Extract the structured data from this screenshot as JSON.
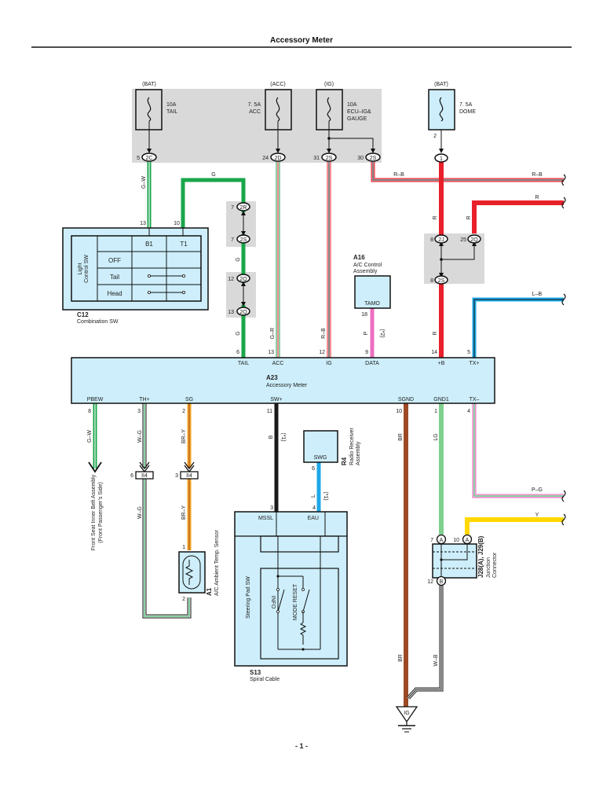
{
  "page": {
    "title": "Accessory Meter",
    "page_number": "- 1 -"
  },
  "fuses": [
    {
      "source": "(BAT)",
      "rating": "10A",
      "name": "TAIL"
    },
    {
      "source": "(ACC)",
      "rating": "7. 5A",
      "name": "ACC"
    },
    {
      "source": "(IG)",
      "rating": "10A",
      "name": "ECU–IG&",
      "name2": "GAUGE"
    },
    {
      "source": "(BAT)",
      "rating": "7. 5A",
      "name": "DOME",
      "pin": "2"
    }
  ],
  "connectors_top": [
    {
      "pin": "5",
      "id": "2C"
    },
    {
      "pin": "24",
      "id": "2D"
    },
    {
      "pin": "31",
      "id": "2S"
    },
    {
      "pin": "30",
      "id": "2S"
    },
    {
      "pin": "",
      "id": "1"
    }
  ],
  "junction_left": [
    {
      "pin": "7",
      "id": "2R"
    },
    {
      "pin": "7",
      "id": "2S"
    },
    {
      "pin": "12",
      "id": "2Q"
    },
    {
      "pin": "13",
      "id": "2Q"
    }
  ],
  "junction_right": [
    {
      "pin": "8",
      "id": "2J"
    },
    {
      "pin": "25",
      "id": "2Q"
    },
    {
      "pin": "8",
      "id": "2S"
    }
  ],
  "wires": {
    "gw_top": "G–W",
    "g_top": "G",
    "g_mid": "G",
    "g_low": "G",
    "gr": "G–R",
    "rb_vert": "R–B",
    "rb_left": "R–B",
    "rb_right": "R–B",
    "r_top": "R",
    "r_right_horiz": "R",
    "r_right_vert": "R",
    "r_low": "R",
    "p": "P",
    "p_note": "(*2)",
    "lb": "L–B",
    "gw_bottom": "G–W",
    "wg1": "W–G",
    "wg2": "W–G",
    "bry1": "BR–Y",
    "bry2": "BR–Y",
    "b": "B",
    "b_note": "(*1)",
    "l": "L",
    "l_note": "(*1)",
    "br1": "BR",
    "br2": "BR",
    "lg": "LG",
    "pg": "P–G",
    "y": "Y",
    "wb": "W–B"
  },
  "combination_sw": {
    "code": "C12",
    "name": "Combination SW",
    "side_label_1": "Light",
    "side_label_2": "Control SW",
    "pin_b1": "13",
    "pin_t1": "10",
    "columns": [
      "B1",
      "T1"
    ],
    "rows": [
      "OFF",
      "Tail",
      "Head"
    ]
  },
  "ac_control": {
    "code": "A16",
    "name_1": "A/C Control",
    "name_2": "Assembly",
    "terminal": "TAMO",
    "pin": "18"
  },
  "accessory_meter": {
    "code": "A23",
    "name": "Accessory Meter",
    "top_terminals": [
      {
        "pin": "6",
        "label": "TAIL"
      },
      {
        "pin": "13",
        "label": "ACC"
      },
      {
        "pin": "12",
        "label": "IG"
      },
      {
        "pin": "9",
        "label": "DATA"
      },
      {
        "pin": "14",
        "label": "+B"
      },
      {
        "pin": "5",
        "label": "TX+"
      }
    ],
    "bottom_terminals": [
      {
        "pin": "8",
        "label": "PBEW"
      },
      {
        "pin": "3",
        "label": "TH+"
      },
      {
        "pin": "2",
        "label": "SG"
      },
      {
        "pin": "11",
        "label": "SW+"
      },
      {
        "pin": "10",
        "label": "SGND"
      },
      {
        "pin": "1",
        "label": "GND1"
      },
      {
        "pin": "4",
        "label": "TX–"
      }
    ]
  },
  "front_seat": {
    "line1": "Front Seat Inner Belt Assembly",
    "line2": "(Front Passenger’s Side)"
  },
  "ii4": [
    {
      "pin": "6",
      "id": "II4"
    },
    {
      "pin": "3",
      "id": "II4"
    }
  ],
  "ambient_sensor": {
    "code": "A1",
    "name": "A/C Ambient Temp. Sensor",
    "pin_top": "1",
    "pin_bottom": "2"
  },
  "radio": {
    "code": "R4",
    "name_1": "Radio Receiver",
    "name_2": "Assembly",
    "terminal": "SWG",
    "pin": "6"
  },
  "spiral_cable": {
    "code": "S13",
    "name": "Spiral Cable",
    "terminal_left": "MSSL",
    "terminal_right": "EAU",
    "pin_left": "3",
    "pin_right": "4",
    "inner_label": "Steering Pad SW",
    "switch_1": "INFO",
    "switch_2": "MODE RESET"
  },
  "junction_connector": {
    "code": "J28(A), J29(B)",
    "name_1": "Junction",
    "name_2": "Connector",
    "pins": [
      {
        "pin": "7",
        "id": "A"
      },
      {
        "pin": "10",
        "id": "A"
      },
      {
        "pin": "12",
        "id": "B"
      }
    ]
  },
  "ground": {
    "label": "IG"
  },
  "colors": {
    "panel_gray": "#d9d9d9",
    "component_fill": "#cdeefa",
    "green": "#1aa64a",
    "light_green": "#7fd08e",
    "red": "#e8202a",
    "pink": "#ee6ec0",
    "blue": "#1ea8e6",
    "brown": "#9c4a26",
    "orange": "#f5a623",
    "yellow": "#ffd800",
    "black": "#1a1a1a"
  }
}
